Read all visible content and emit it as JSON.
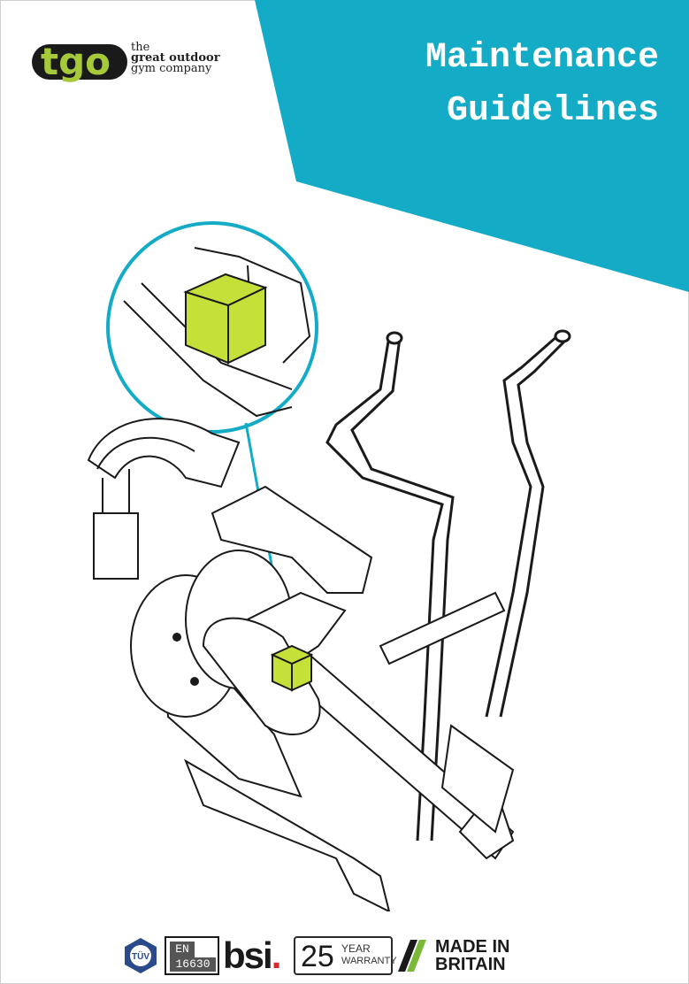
{
  "header": {
    "logo": {
      "mark": "tgo",
      "line1": "the",
      "line2": "great outdoor",
      "line3": "gym company"
    },
    "title_line1": "Maintenance",
    "title_line2": "Guidelines"
  },
  "colors": {
    "band": "#14abc6",
    "highlight": "#c6e03a",
    "logo_green": "#a6c93a",
    "ink": "#1a1a1a"
  },
  "illustration": {
    "subject": "outdoor cross trainer drawing with magnified detail of highlighted component",
    "icons": [
      "magnifier-callout",
      "highlighted-box"
    ]
  },
  "badges": {
    "tuv": "TÜV",
    "en_top": "EN",
    "en_number": "16630",
    "bsi": "bsi",
    "warranty_number": "25",
    "warranty_line1": "YEAR",
    "warranty_line2": "WARRANTY",
    "mib_line1": "MADE IN",
    "mib_line2": "BRITAIN"
  }
}
